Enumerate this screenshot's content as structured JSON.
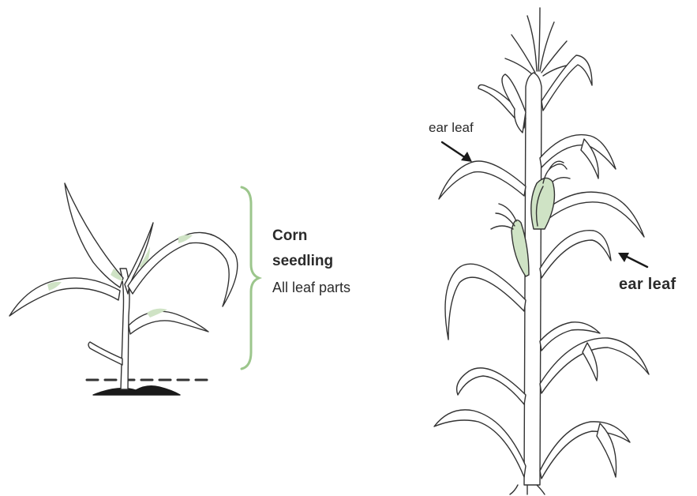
{
  "seedling": {
    "title_line1": "Corn",
    "title_line2": "seedling",
    "subtitle": "All leaf parts"
  },
  "mature_plant": {
    "ear_leaf_upper_label": "ear leaf",
    "ear_leaf_lower_label": "ear leaf"
  },
  "colors": {
    "accent_green": "#cfe3c5",
    "bracket_green": "#9cc68c",
    "line": "#333333"
  }
}
